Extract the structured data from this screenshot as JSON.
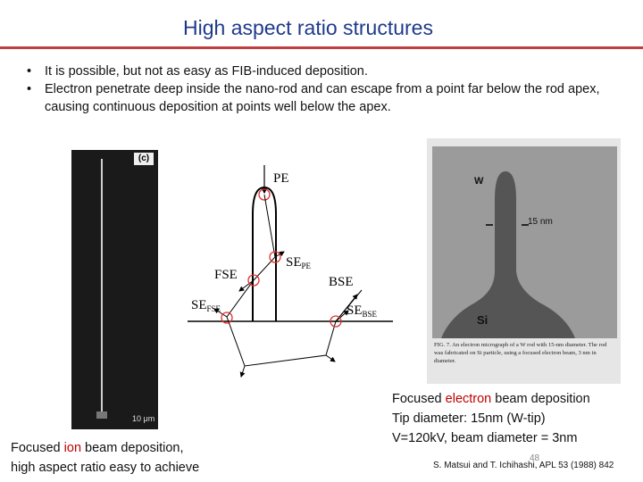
{
  "slide": {
    "title": "High aspect ratio structures",
    "bullets": [
      "It is possible, but not as easy as FIB-induced deposition.",
      "Electron penetrate deep inside the nano-rod and can escape from a point far below the rod apex, causing  continuous deposition at points well below the apex."
    ],
    "left_caption": {
      "line1_pre": "Focused ",
      "line1_highlight": "ion",
      "line1_post": " beam deposition,",
      "line2": "high aspect ratio easy to achieve"
    },
    "right_caption": {
      "line1_pre": "Focused ",
      "line1_highlight": "electron",
      "line1_post": " beam deposition",
      "line2": "Tip diameter: 15nm (W-tip)",
      "line3": "V=120kV, beam diameter = 3nm"
    },
    "page_number": "48",
    "reference": "S. Matsui and T. Ichihashi, APL 53 (1988) 842",
    "accent_color": "#c00000",
    "title_color": "#1f3a8a"
  },
  "left_image": {
    "panel_label": "(c)",
    "scale_label": "10 μm"
  },
  "diagram": {
    "labels": {
      "pe": "PE",
      "fse": "FSE",
      "se_pe": "SE",
      "se_pe_sub": "PE",
      "bse": "BSE",
      "se_fse": "SE",
      "se_fse_sub": "FSE",
      "se_bse": "SE",
      "se_bse_sub": "BSE"
    }
  },
  "right_image": {
    "label_w": "W",
    "label_15nm": "15 nm",
    "label_si": "Si",
    "caption": "FIG. 7. An electron micrograph of a W rod with 15-nm diameter. The rod was fabricated on Si particle, using a focused electron beam, 3 nm in diameter."
  }
}
